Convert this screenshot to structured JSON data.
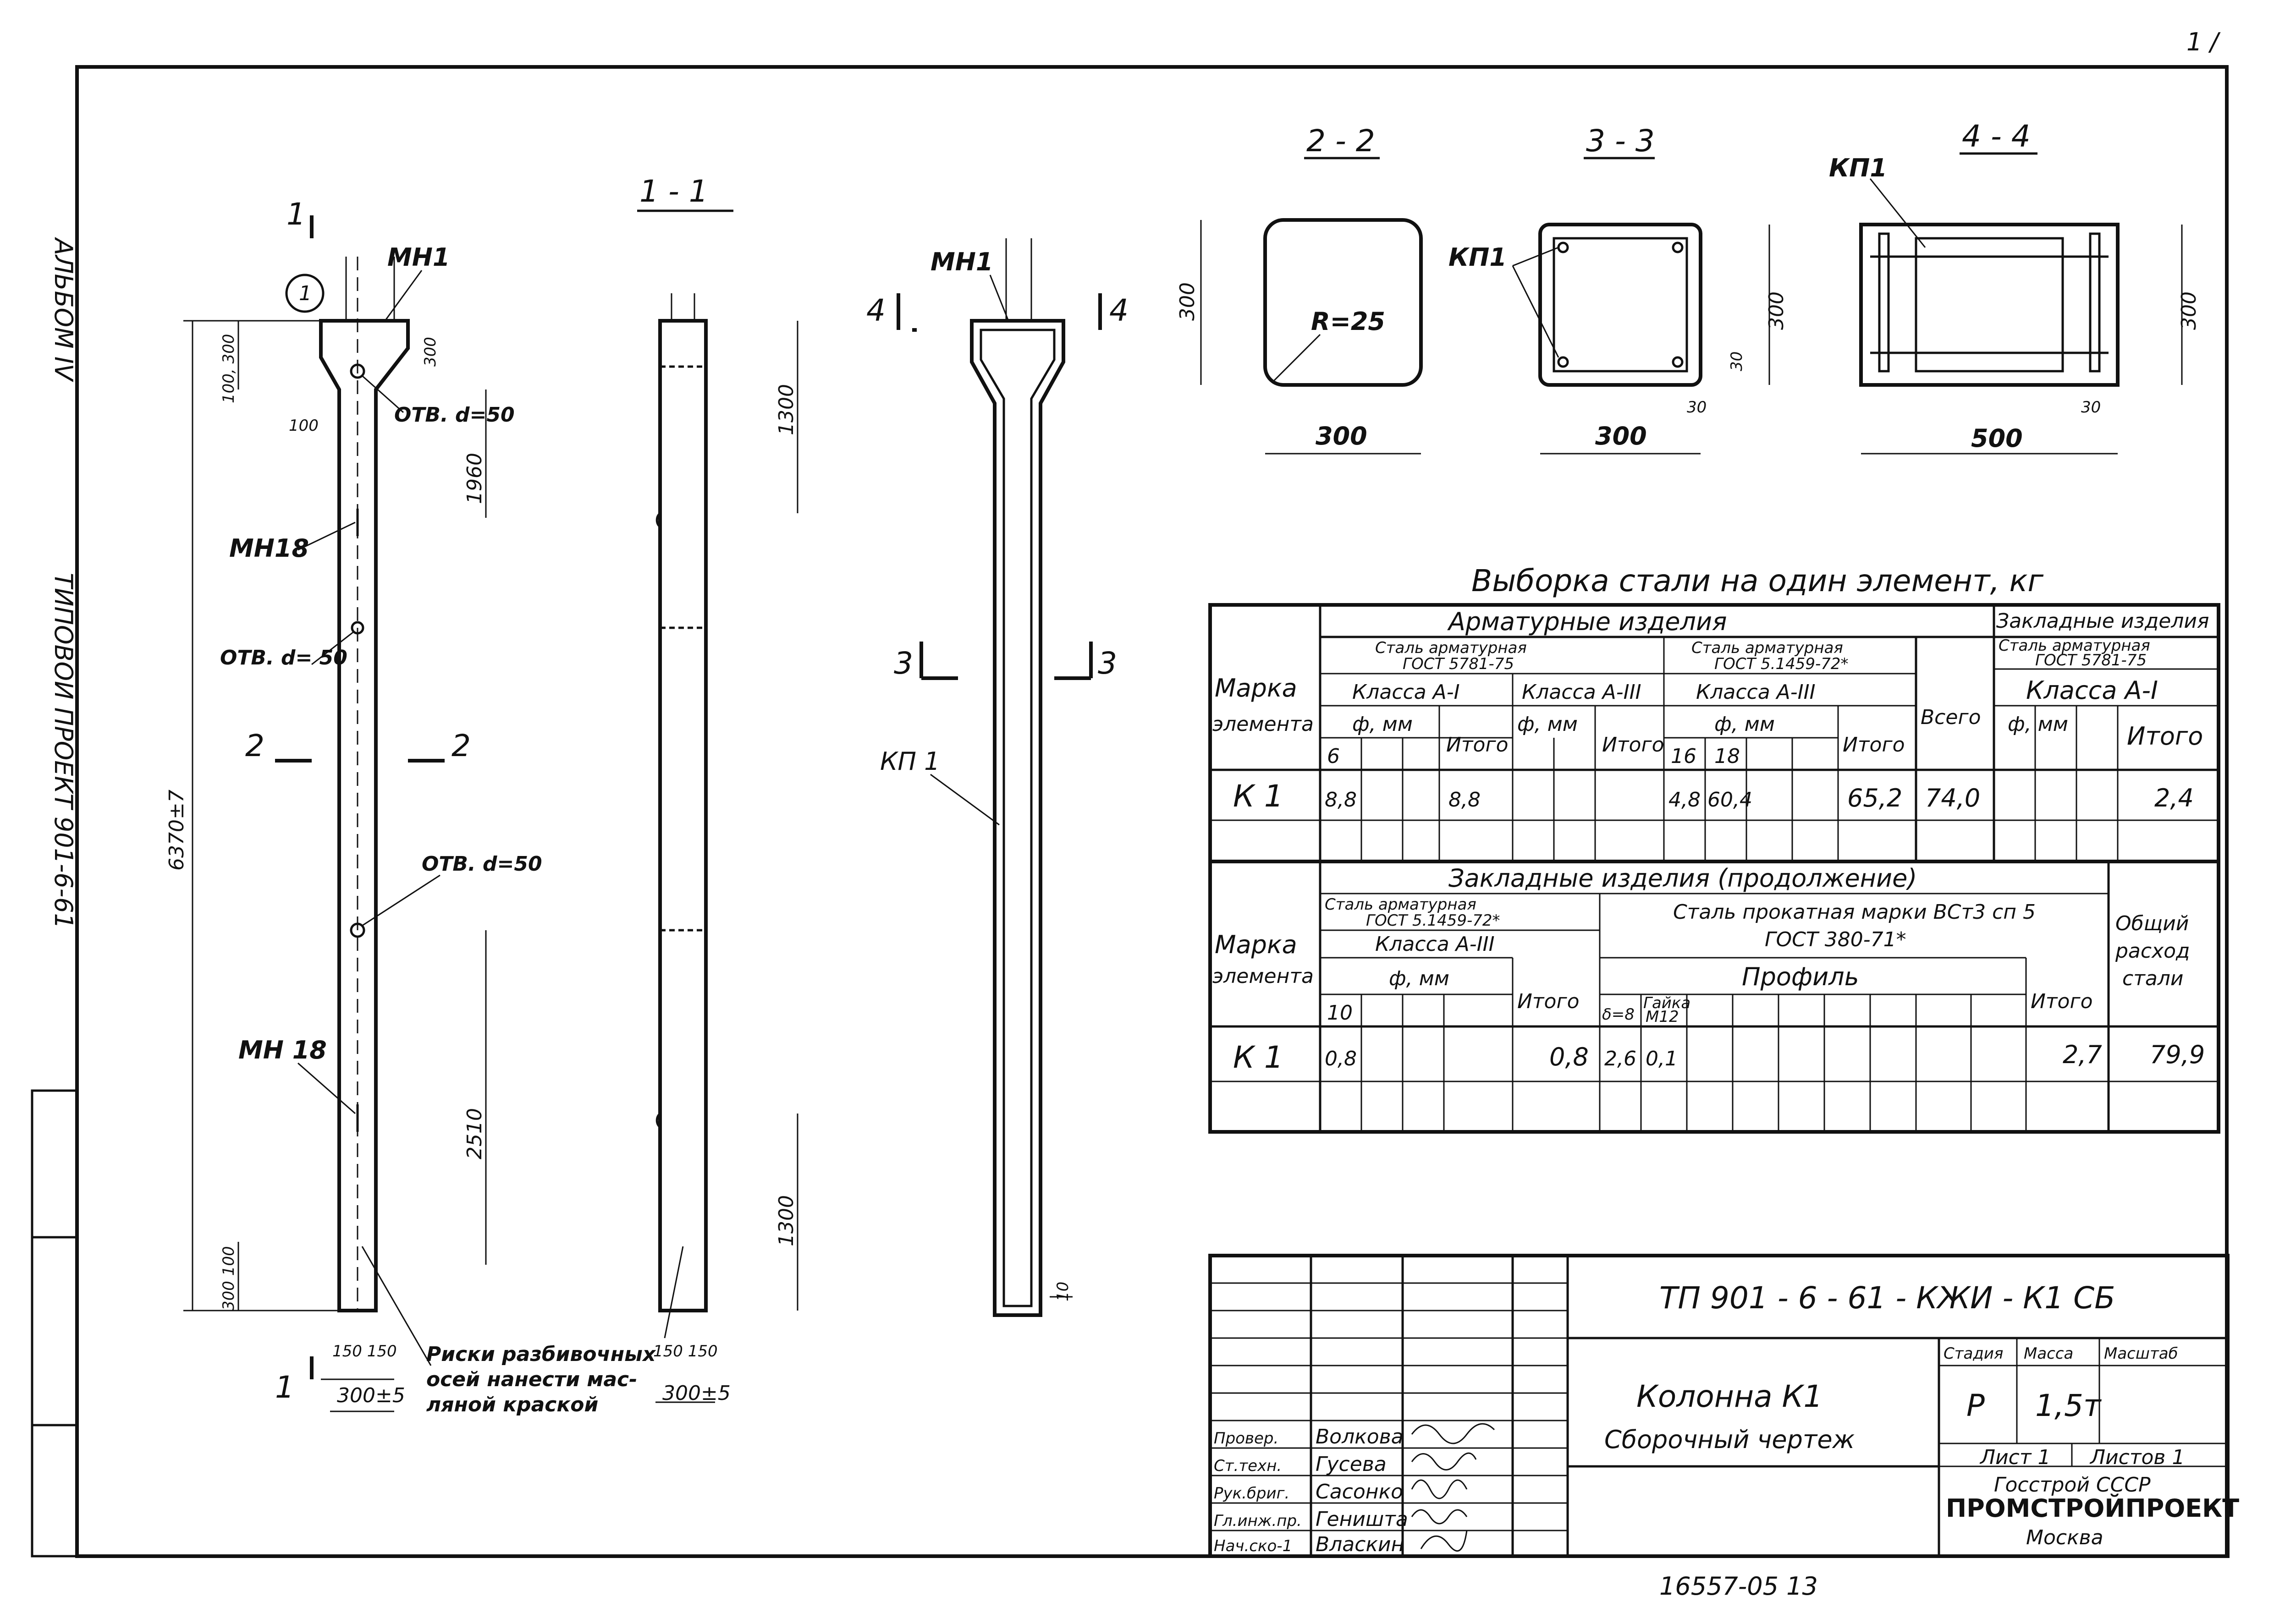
{
  "album_mark": "АЛЬБОМ IV",
  "project_side": "ТИПОВОЙ ПРОЕКТ 901-6-61",
  "corner_mark": "1 / ",
  "views": {
    "elevation": {
      "cut_1": "1",
      "cut_2_left": "2",
      "cut_2_right": "2",
      "node_1": "1",
      "mn1": "МН1",
      "mn18_top": "МН18",
      "mn18_bottom": "МН 18",
      "hole_top": "ОТВ. d=50",
      "hole_mid": "ОТВ. d= 50",
      "hole_low": "ОТВ. d=50",
      "dim_100_300": "100, 300",
      "dim_300": "300",
      "dim_100": "100",
      "dim_1960": "1960",
      "dim_total": "6370±7",
      "dim_2510": "2510",
      "dim_300_100_bottom": "300 100",
      "dim_150_150": "150 150",
      "dim_300_5": "300±5",
      "note": "Риски разбивочных осей нанести мас-ляной краской",
      "note_line1": "Риски разбивочных",
      "note_line2": "осей нанести мас-",
      "note_line3": "ляной краской"
    },
    "section_1_1": {
      "title": "1 - 1",
      "dim_1300_top": "1300",
      "dim_1300_bottom": "1300",
      "dim_150_150": "150 150",
      "dim_300_5": "300±5"
    },
    "reinforcement": {
      "mn1": "МН1",
      "cut_4_left": "4",
      "cut_4_right": "4",
      "cut_3_left": "3",
      "cut_3_right": "3",
      "kp1": "КП 1",
      "dim_10": "10"
    },
    "section_2_2": {
      "title": "2 - 2",
      "radius": "R=25",
      "dim_h": "300",
      "dim_w": "300"
    },
    "section_3_3": {
      "title": "3 - 3",
      "kp1": "КП1",
      "dim_h": "300",
      "dim_30a": "30",
      "dim_30b": "30",
      "dim_w": "300"
    },
    "section_4_4": {
      "title": "4 - 4",
      "kp1": "КП1",
      "dim_h": "300",
      "dim_30": "30",
      "dim_w": "500"
    }
  },
  "steel_table": {
    "title": "Выборка стали на один элемент, кг",
    "mark_header_1": "Марка",
    "mark_header_2": "элемента",
    "group_rebar": "Арматурные изделия",
    "group_embedded": "Закладные изделия",
    "steel_a1_1": "Сталь арматурная",
    "steel_a1_2": "ГОСТ 5781-75",
    "steel_a3_1": "Сталь арматурная",
    "steel_a3_2": "ГОСТ 5.1459-72*",
    "steel_e_1": "Сталь арматурная",
    "steel_e_2": "ГОСТ 5781-75",
    "class_a1": "Класса А-I",
    "class_a3a": "Класса А-III",
    "class_a3b": "Класса А-III",
    "class_e": "Класса А-I",
    "phi_mm_1": "ф, мм",
    "phi_mm_2": "ф, мм",
    "phi_mm_3": "ф, мм",
    "phi_mm_4": "ф, мм",
    "total_1": "Итого",
    "total_2": "Итого",
    "total_3": "Итого",
    "total_4": "Итого",
    "total_all": "Всего",
    "d6": "6",
    "d16": "16",
    "d18": "18",
    "row_mark": "К 1",
    "v_6": "8,8",
    "v_tot1": "8,8",
    "v_16": "4,8",
    "v_18": "60,4",
    "v_tot3": "65,2",
    "v_all": "74,0",
    "v_emb": "2,4"
  },
  "steel_table_2": {
    "group": "Закладные изделия (продолжение)",
    "mark_header_1": "Марка",
    "mark_header_2": "элемента",
    "steel_1": "Сталь арматурная",
    "steel_2": "ГОСТ 5.1459-72*",
    "rolled_1": "Сталь прокатная марки ВСт3 сп 5",
    "rolled_2": "ГОСТ 380-71*",
    "class": "Класса А-III",
    "phi_mm": "ф, мм",
    "profile": "Профиль",
    "total_1": "Итого",
    "total_2": "Итого",
    "overall_1": "Общий",
    "overall_2": "расход",
    "overall_3": "стали",
    "d10": "10",
    "delta8": "δ=8",
    "nut_1": "Гайка",
    "nut_2": "М12",
    "row_mark": "К 1",
    "v_10": "0,8",
    "v_tot1": "0,8",
    "v_d8": "2,6",
    "v_nut": "0,1",
    "v_tot2": "2,7",
    "v_all": "79,9"
  },
  "title_block": {
    "code": "ТП 901 - 6 - 61 - КЖИ - К1 СБ",
    "name_1": "Колонна   К1",
    "name_2": "Сборочный   чертеж",
    "stage_h": "Стадия",
    "mass_h": "Масса",
    "scale_h": "Масштаб",
    "stage": "Р",
    "mass": "1,5т",
    "sheet": "Лист 1",
    "sheets": "Листов 1",
    "org_1": "Госстрой СССР",
    "org_2": "ПРОМСТРОЙПРОЕКТ",
    "org_3": "Москва",
    "roles": [
      "Провер.",
      "Ст.техн.",
      "Рук.бриг.",
      "Гл.инж.пр.",
      "Нач.ско-1"
    ],
    "names": [
      "Волкова",
      "Гусева",
      "Сасонко",
      "Геништа",
      "Власкин"
    ]
  },
  "footer_number": "16557-05     13"
}
